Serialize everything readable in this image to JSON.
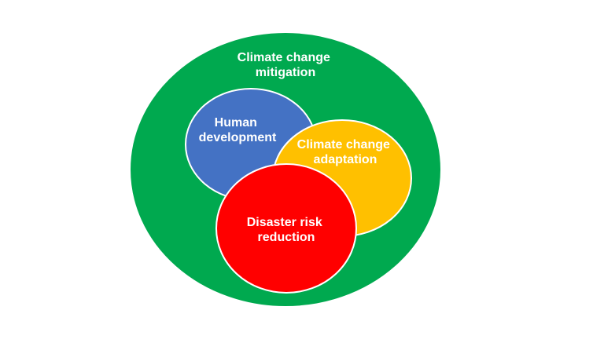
{
  "diagram": {
    "outer": {
      "lines": [
        "Climate change",
        "mitigation"
      ],
      "color": "#00A94F"
    },
    "human": {
      "lines": [
        "Human",
        "development"
      ],
      "color": "#4472C4"
    },
    "adaptation": {
      "lines": [
        "Climate change",
        "adaptation"
      ],
      "color": "#FFC000"
    },
    "disaster": {
      "lines": [
        "Disaster risk",
        "reduction"
      ],
      "color": "#FF0000"
    }
  }
}
